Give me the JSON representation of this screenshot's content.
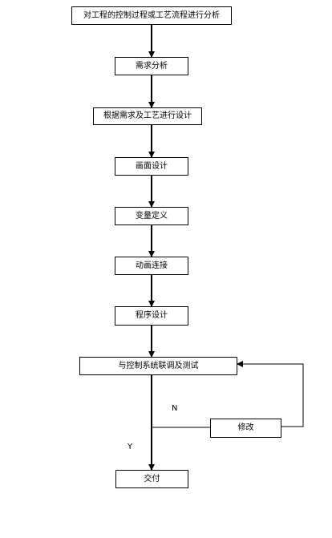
{
  "flowchart": {
    "steps": [
      {
        "id": "analyze-process",
        "text": "对工程的控制过程或工艺流程进行分析"
      },
      {
        "id": "requirement-analysis",
        "text": "需求分析"
      },
      {
        "id": "design-by-requirement",
        "text": "根据需求及工艺进行设计"
      },
      {
        "id": "screen-design",
        "text": "画面设计"
      },
      {
        "id": "variable-definition",
        "text": "变量定义"
      },
      {
        "id": "animation-link",
        "text": "动画连接"
      },
      {
        "id": "program-design",
        "text": "程序设计"
      },
      {
        "id": "joint-debug-test",
        "text": "与控制系统联调及测试"
      },
      {
        "id": "modify",
        "text": "修改"
      },
      {
        "id": "deliver",
        "text": "交付"
      }
    ],
    "branch_labels": {
      "no": "N",
      "yes": "Y"
    },
    "colors": {
      "line": "#000000",
      "box_border": "#000000",
      "background": "#ffffff"
    }
  }
}
